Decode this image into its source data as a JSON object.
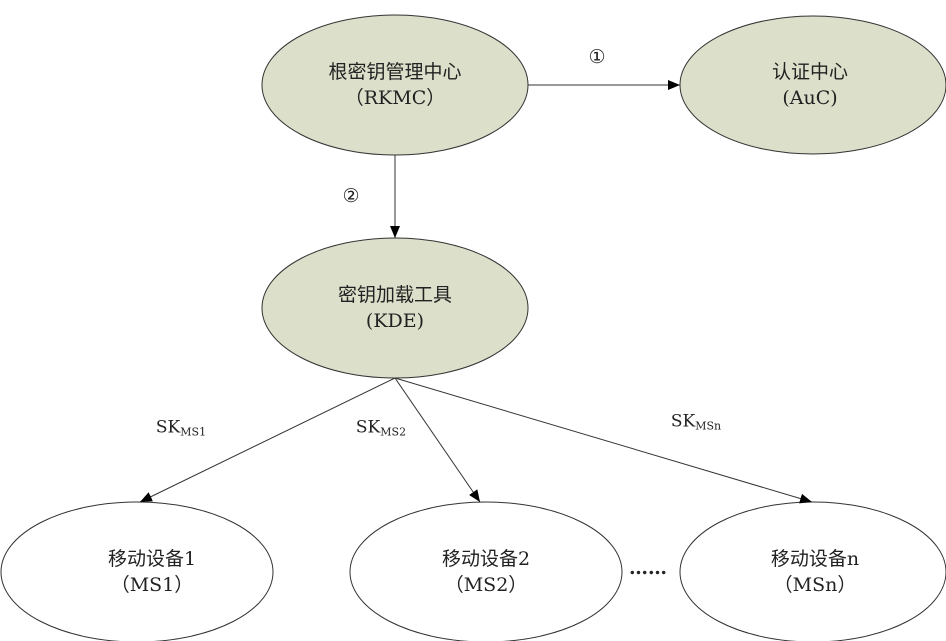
{
  "colors": {
    "filled_node": "#dcdfca",
    "stroke": "#333333",
    "plain_node": "#ffffff"
  },
  "nodes": {
    "rkmc": {
      "name": "根密钥管理中心",
      "abbr": "（RKMC）"
    },
    "auc": {
      "name": "认证中心",
      "abbr": "(AuC)"
    },
    "kde": {
      "name": "密钥加载工具",
      "abbr": "(KDE)"
    },
    "ms1": {
      "name": "移动设备1",
      "abbr": "（MS1）"
    },
    "ms2": {
      "name": "移动设备2",
      "abbr": "（MS2）"
    },
    "msn": {
      "name": "移动设备n",
      "abbr": "（MSn）"
    }
  },
  "edges": {
    "step1": "①",
    "step2": "②",
    "sk1": {
      "main": "SK",
      "sub": "MS1"
    },
    "sk2": {
      "main": "SK",
      "sub": "MS2"
    },
    "skn": {
      "main": "SK",
      "sub": "MSn"
    }
  },
  "ellipsis": "……"
}
